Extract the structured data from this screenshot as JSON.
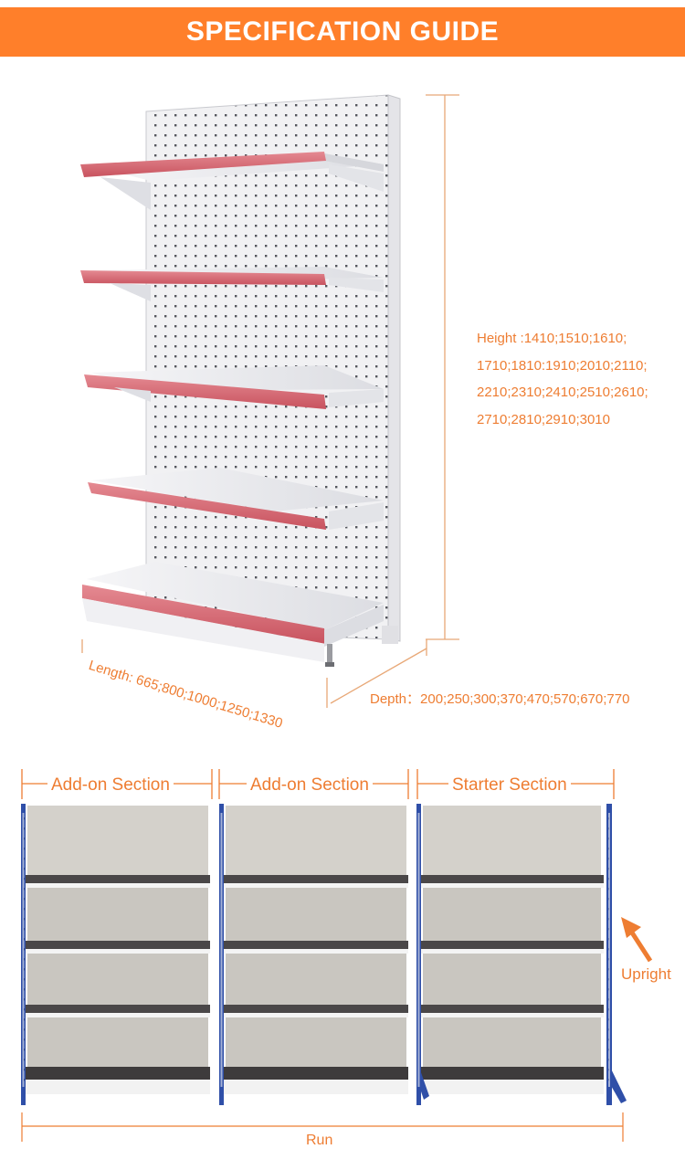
{
  "banner": {
    "title": "SPECIFICATION GUIDE"
  },
  "dimensions": {
    "height_lines": [
      "Height :1410;1510;1610;",
      "1710;1810:1910;2010;2110;",
      "2210;2310;2410;2510;2610;",
      "2710;2810;2910;3010"
    ],
    "length": "Length: 665;800;1000;1250;1330",
    "depth": "Depth：200;250;300;370;470;570;670;770"
  },
  "sections": {
    "labels": [
      "Add-on Section",
      "Add-on Section",
      "Starter Section"
    ],
    "run": "Run",
    "upright": "Upright"
  },
  "colors": {
    "accent": "#ff7f2a",
    "text_orange": "#ee7d32",
    "shelf_strip": "#d9707a",
    "upright_blue": "#2f4fa8"
  }
}
